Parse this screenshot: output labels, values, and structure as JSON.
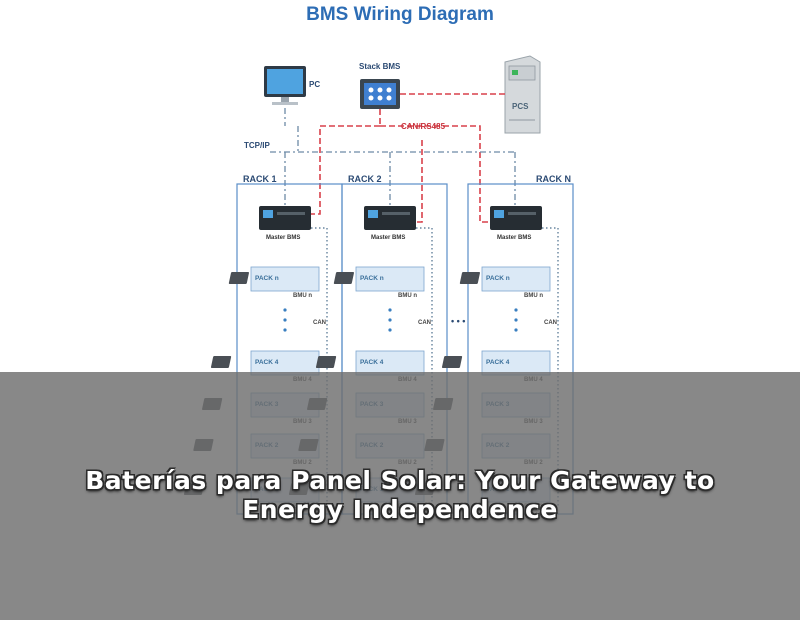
{
  "diagram": {
    "title": "BMS Wiring Diagram",
    "devices": {
      "pc": "PC",
      "stack_bms": "Stack BMS",
      "pcs": "PCS"
    },
    "links": {
      "can_rs485": "CAN/RS485",
      "tcp_ip": "TCP/IP"
    },
    "racks": [
      {
        "label": "RACK 1",
        "master": "Master BMS"
      },
      {
        "label": "RACK 2",
        "master": "Master BMS"
      },
      {
        "label": "RACK N",
        "master": "Master BMS"
      }
    ],
    "packs": [
      "PACK n",
      "PACK 4",
      "PACK 3",
      "PACK 2",
      "PACK 1"
    ],
    "bmus": [
      "BMU n",
      "BMU 4",
      "BMU 3",
      "BMU 2",
      "BMU 1"
    ],
    "can_label": "CAN",
    "rack_gap": "• • •",
    "colors": {
      "frame": "#5b8ec7",
      "can_rs485_line": "#d9414b",
      "tcp_line": "#6d8aa6",
      "pack_fill": "#dbe9f6",
      "title": "#2d6db5"
    }
  },
  "banner": {
    "text": "Baterías para Panel Solar: Your Gateway to Energy Independence"
  }
}
